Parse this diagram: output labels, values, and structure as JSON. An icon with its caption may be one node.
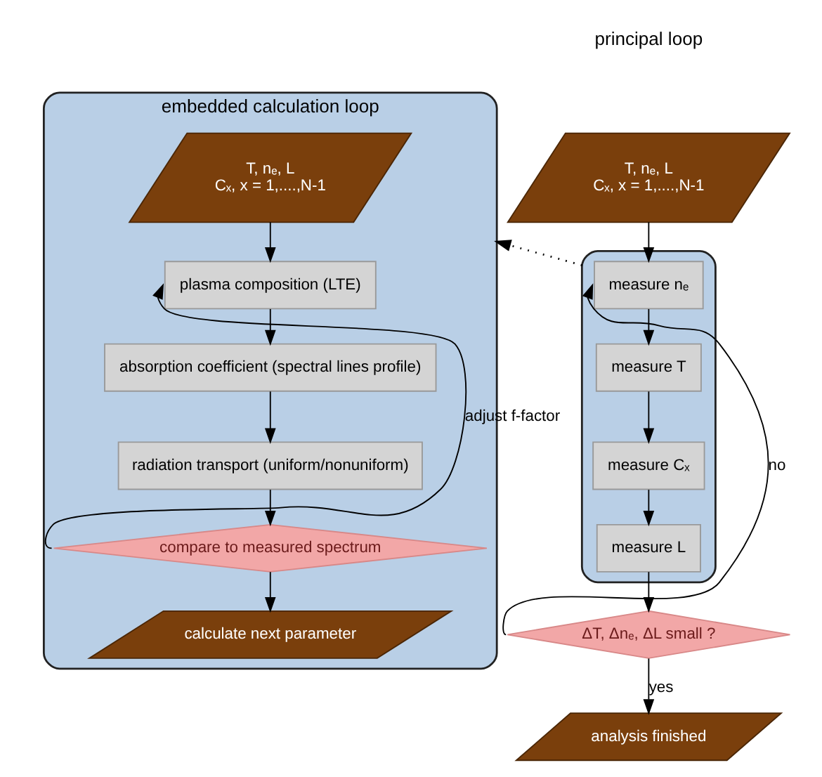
{
  "diagram": {
    "nodes": [
      {
        "text": [
          "T, nₑ, L",
          "Cₓ, x = 1,....,N-1"
        ]
      },
      {
        "text": [],
        "shape": "box"
      },
      {
        "text": [
          "measure nₑ"
        ],
        "in": 1
      },
      {
        "text": [
          "measure T"
        ],
        "in": 1
      },
      {
        "text": [
          "measure Cₓ"
        ],
        "in": 1
      },
      {
        "text": [
          "measure L"
        ],
        "in": 1
      },
      {
        "text": [
          "ΔT, Δnₑ, ΔL small ?"
        ]
      },
      {
        "text": [
          "analysis finished"
        ]
      },
      {
        "text": [
          "embedded calculation loop"
        ]
      },
      {
        "text": [
          "T, nₑ, L",
          "Cₓ, x = 1,....,N-1"
        ],
        "in": 8
      },
      {
        "text": [
          "plasma composition (LTE)"
        ],
        "in": 8
      },
      {
        "text": [
          "absorption coefficient (spectral lines profile)"
        ],
        "in": 8
      },
      {
        "text": [
          "radiation transport (uniform/nonuniform)"
        ],
        "in": 8
      },
      {
        "text": [
          "compare to measured spectrum"
        ],
        "in": 8
      },
      {
        "text": [
          "calculate next parameter"
        ],
        "in": 8
      }
    ],
    "edges": [
      {
        "from": 0,
        "to": 2,
        "arrow": "to"
      },
      {
        "from": 2,
        "to": 3,
        "arrow": "to"
      },
      {
        "from": 3,
        "to": 4,
        "arrow": "to"
      },
      {
        "from": 4,
        "to": 5,
        "arrow": "to"
      },
      {
        "from": 5,
        "to": 6,
        "arrow": "to"
      },
      {
        "from": 6,
        "to": 2,
        "arrow": "to",
        "label": "no"
      },
      {
        "from": 6,
        "to": 7,
        "arrow": "to",
        "label": "yes"
      },
      {
        "from": 1,
        "to": 8,
        "arrow": "to",
        "style": "dashed"
      },
      {
        "from": 9,
        "to": 10,
        "arrow": "to"
      },
      {
        "from": 10,
        "to": 11,
        "arrow": "to"
      },
      {
        "from": 11,
        "to": 12,
        "arrow": "to"
      },
      {
        "from": 12,
        "to": 13,
        "arrow": "to"
      },
      {
        "from": 13,
        "to": 10,
        "arrow": "to",
        "label": "adjust f-factor"
      },
      {
        "from": 13,
        "to": 14,
        "arrow": "to"
      }
    ],
    "labels": [
      "principal loop"
    ]
  }
}
